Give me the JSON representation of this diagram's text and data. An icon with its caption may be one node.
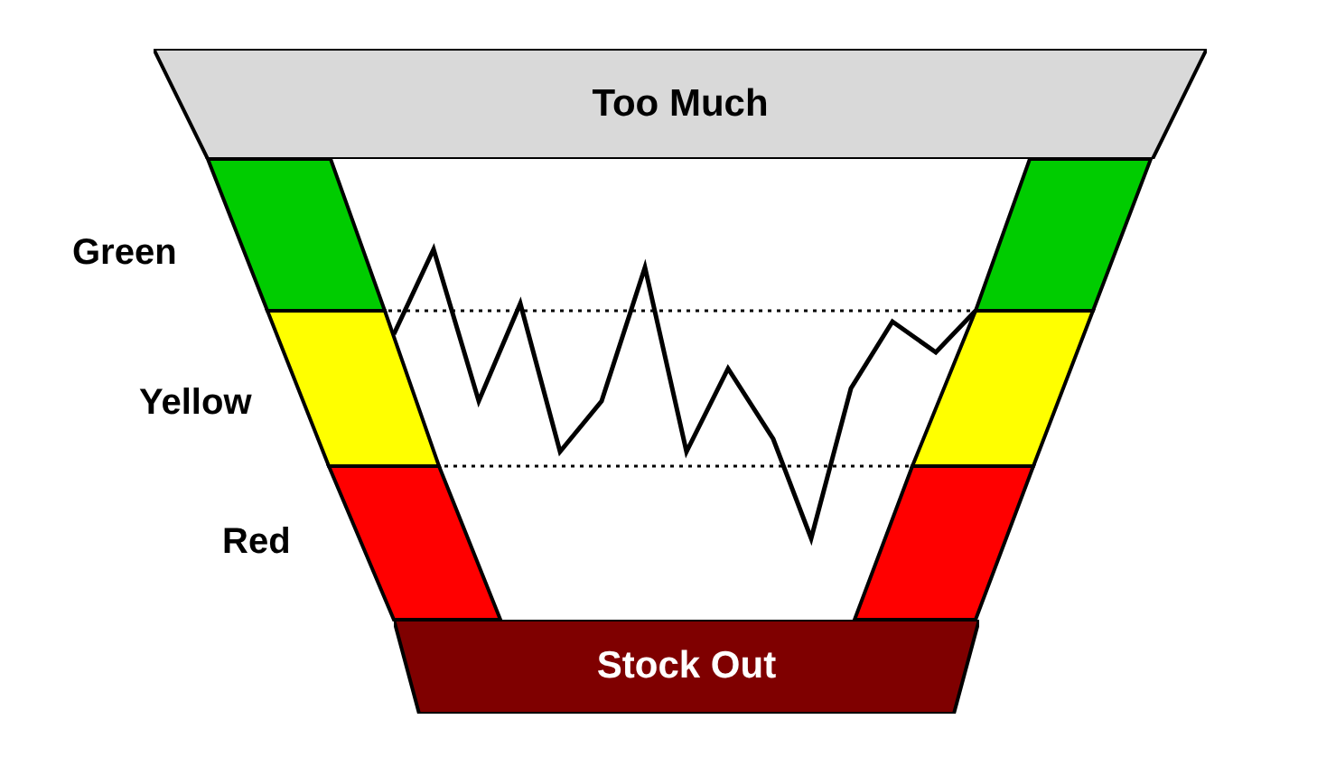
{
  "diagram": {
    "nodes": [
      {
        "text": [
          "Too Much"
        ]
      },
      {
        "text": [
          "Stock Out"
        ]
      }
    ],
    "labels": [
      "Green",
      "Yellow",
      "Red"
    ]
  }
}
